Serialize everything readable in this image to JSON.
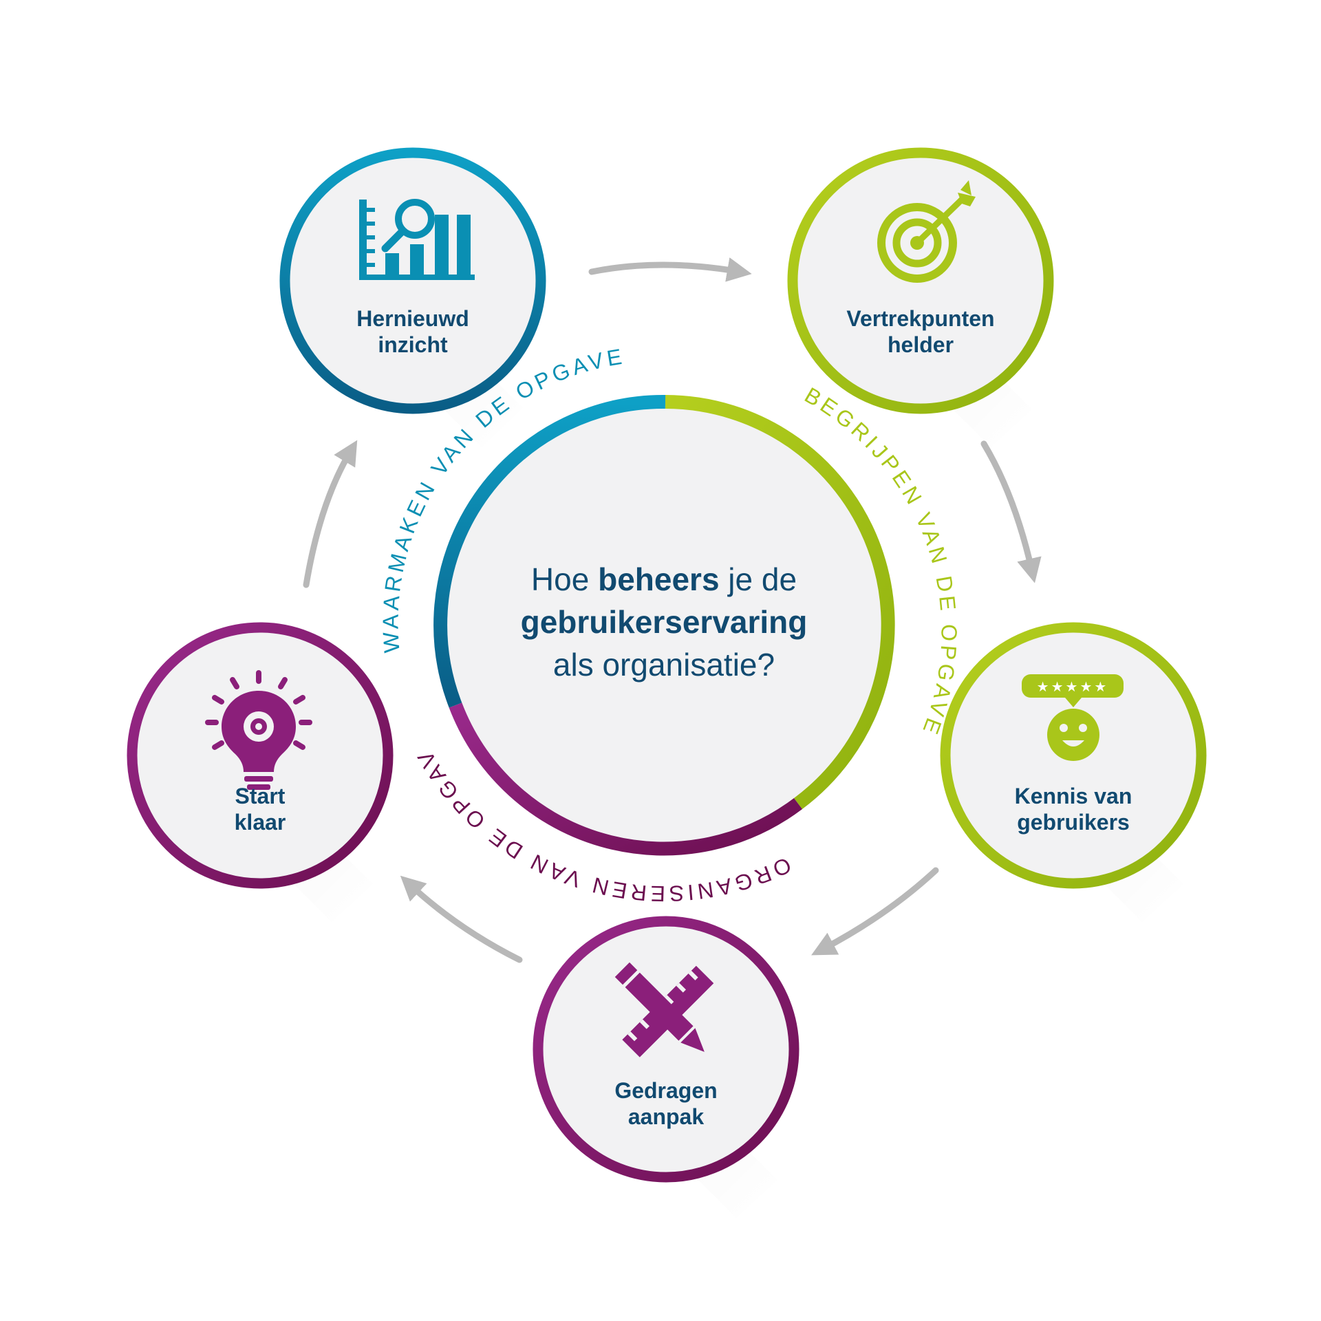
{
  "colors": {
    "blue": "#0a8fb3",
    "blue_dark": "#0a5d86",
    "green": "#a9c61a",
    "green_dark": "#8fb10f",
    "purple": "#8b1f7a",
    "purple_dark": "#6b0e4f",
    "navy": "#114a70",
    "arrow": "#b8b8b8",
    "disc": "#f2f2f3"
  },
  "center": {
    "line1_pre": "Hoe ",
    "line1_bold": "beheers",
    "line1_post": " je de",
    "line2": "gebruikerservaring",
    "line3": "als organisatie?"
  },
  "arc_labels": {
    "waarmaken": "WAARMAKEN VAN DE OPGAVE",
    "begrijpen": "BEGRIJPEN VAN DE OPGAVE",
    "organiseren": "ORGANISEREN VAN DE OPGAVE"
  },
  "steps": {
    "hernieuwd": {
      "line1": "Hernieuwd",
      "line2": "inzicht",
      "icon": "chart-search-icon"
    },
    "vertrekpunten": {
      "line1": "Vertrekpunten",
      "line2": "helder",
      "icon": "target-icon"
    },
    "kennis": {
      "line1": "Kennis van",
      "line2": "gebruikers",
      "icon": "smiley-rating-icon"
    },
    "gedragen": {
      "line1": "Gedragen",
      "line2": "aanpak",
      "icon": "pencil-ruler-icon"
    },
    "start": {
      "line1": "Start",
      "line2": "klaar",
      "icon": "lightbulb-gear-icon"
    }
  }
}
